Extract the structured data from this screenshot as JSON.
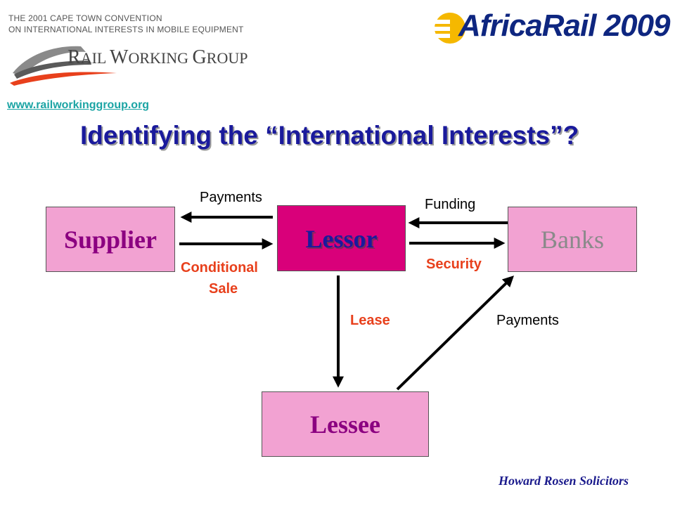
{
  "header": {
    "convention_line1": "THE 2001 CAPE TOWN CONVENTION",
    "convention_line2": "ON INTERNATIONAL INTERESTS IN MOBILE EQUIPMENT",
    "rwg_R": "R",
    "rwg_ail": "AIL ",
    "rwg_W": "W",
    "rwg_orking": "ORKING ",
    "rwg_G": "G",
    "rwg_roup": "ROUP",
    "url": "www.railworkinggroup.org",
    "africarail": "AfricaRail 2009"
  },
  "slide": {
    "title": "Identifying the “International Interests”?"
  },
  "diagram": {
    "nodes": {
      "supplier": "Supplier",
      "lessor": "Lessor",
      "banks": "Banks",
      "lessee": "Lessee"
    },
    "labels": {
      "payments_top": "Payments",
      "funding": "Funding",
      "conditional": "Conditional",
      "sale": "Sale",
      "security": "Security",
      "lease": "Lease",
      "payments_right": "Payments"
    }
  },
  "colors": {
    "box_pink": "#f2a2d2",
    "lessor_fill": "#d9007a",
    "title_blue": "#1a1a9c",
    "label_red": "#e8401c",
    "url_teal": "#1ba4a4"
  },
  "footer": {
    "text": "Howard Rosen Solicitors"
  }
}
